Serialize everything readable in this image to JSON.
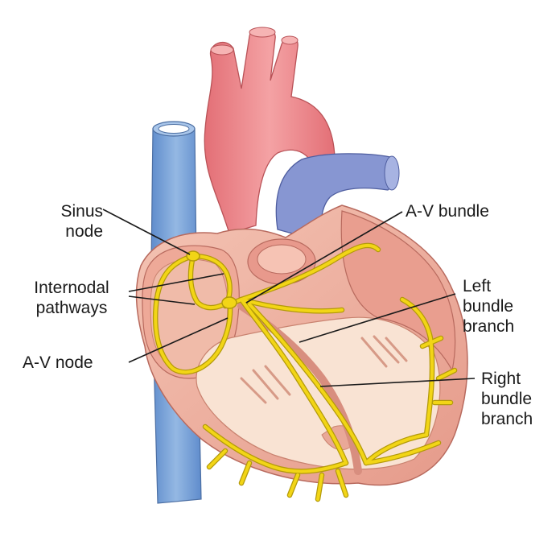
{
  "labels": {
    "sinus_node": [
      "Sinus",
      "node"
    ],
    "internodal_pathways": [
      "Internodal",
      "pathways"
    ],
    "av_node": [
      "A-V node"
    ],
    "av_bundle": [
      "A-V bundle"
    ],
    "left_bundle_branch": [
      "Left",
      "bundle",
      "branch"
    ],
    "right_bundle_branch": [
      "Right",
      "bundle",
      "branch"
    ]
  },
  "colors": {
    "aorta": "#ef8a8e",
    "vena_cava": "#7aa3d6",
    "pulmonary_artery": "#7f8fcf",
    "myocardium": "#f2b7a6",
    "chamber_wall": "#e8a293",
    "chamber_inner": "#f9e3d3",
    "conduction": "#f2d516",
    "conduction_outline": "#b39a0a",
    "leader_line": "#1a1a1a"
  }
}
